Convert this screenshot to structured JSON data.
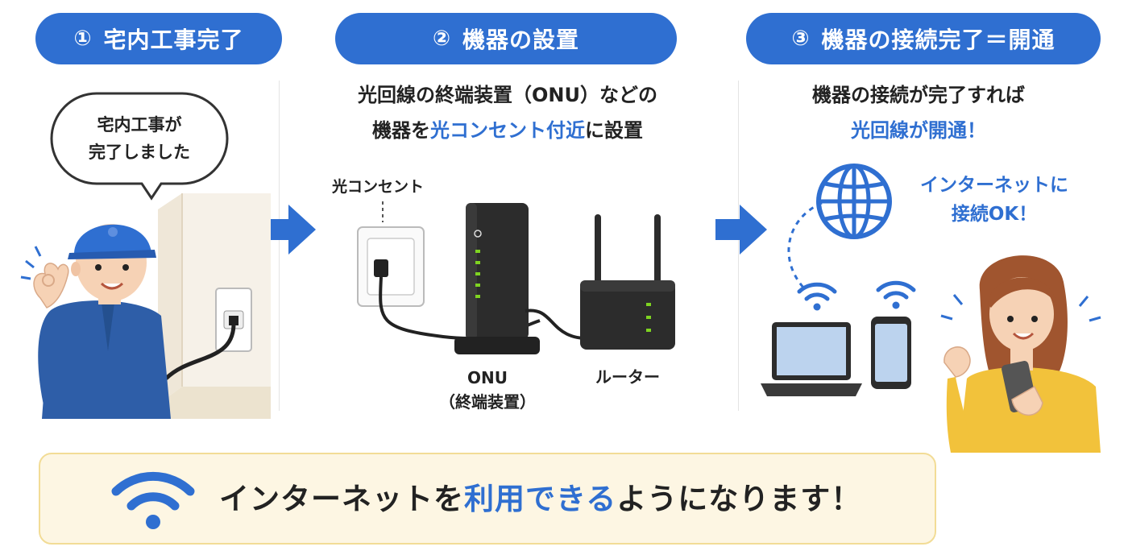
{
  "steps": [
    {
      "num": "①",
      "label": "宅内工事完了"
    },
    {
      "num": "②",
      "label": "機器の設置"
    },
    {
      "num": "③",
      "label": "機器の接続完了＝開通"
    }
  ],
  "step1": {
    "speech_line1": "宅内工事が",
    "speech_line2": "完了しました"
  },
  "step2": {
    "desc_line1": "光回線の終端装置（ONU）などの",
    "desc_line2_pre": "機器を",
    "desc_line2_hl": "光コンセント付近",
    "desc_line2_post": "に設置",
    "outlet_label": "光コンセント",
    "onu_label1": "ONU",
    "onu_label2": "（終端装置）",
    "router_label": "ルーター"
  },
  "step3": {
    "desc_line1": "機器の接続が完了すれば",
    "desc_line2": "光回線が開通！",
    "internet_line1": "インターネットに",
    "internet_line2": "接続OK！"
  },
  "banner": {
    "pre": "インターネットを",
    "hl": "利用できる",
    "post": "ようになります！"
  },
  "colors": {
    "accent": "#2f6fd1",
    "banner_bg": "#fdf6e3",
    "banner_border": "#f2dc96",
    "led": "#7ed321",
    "device": "#2c2c2c"
  }
}
